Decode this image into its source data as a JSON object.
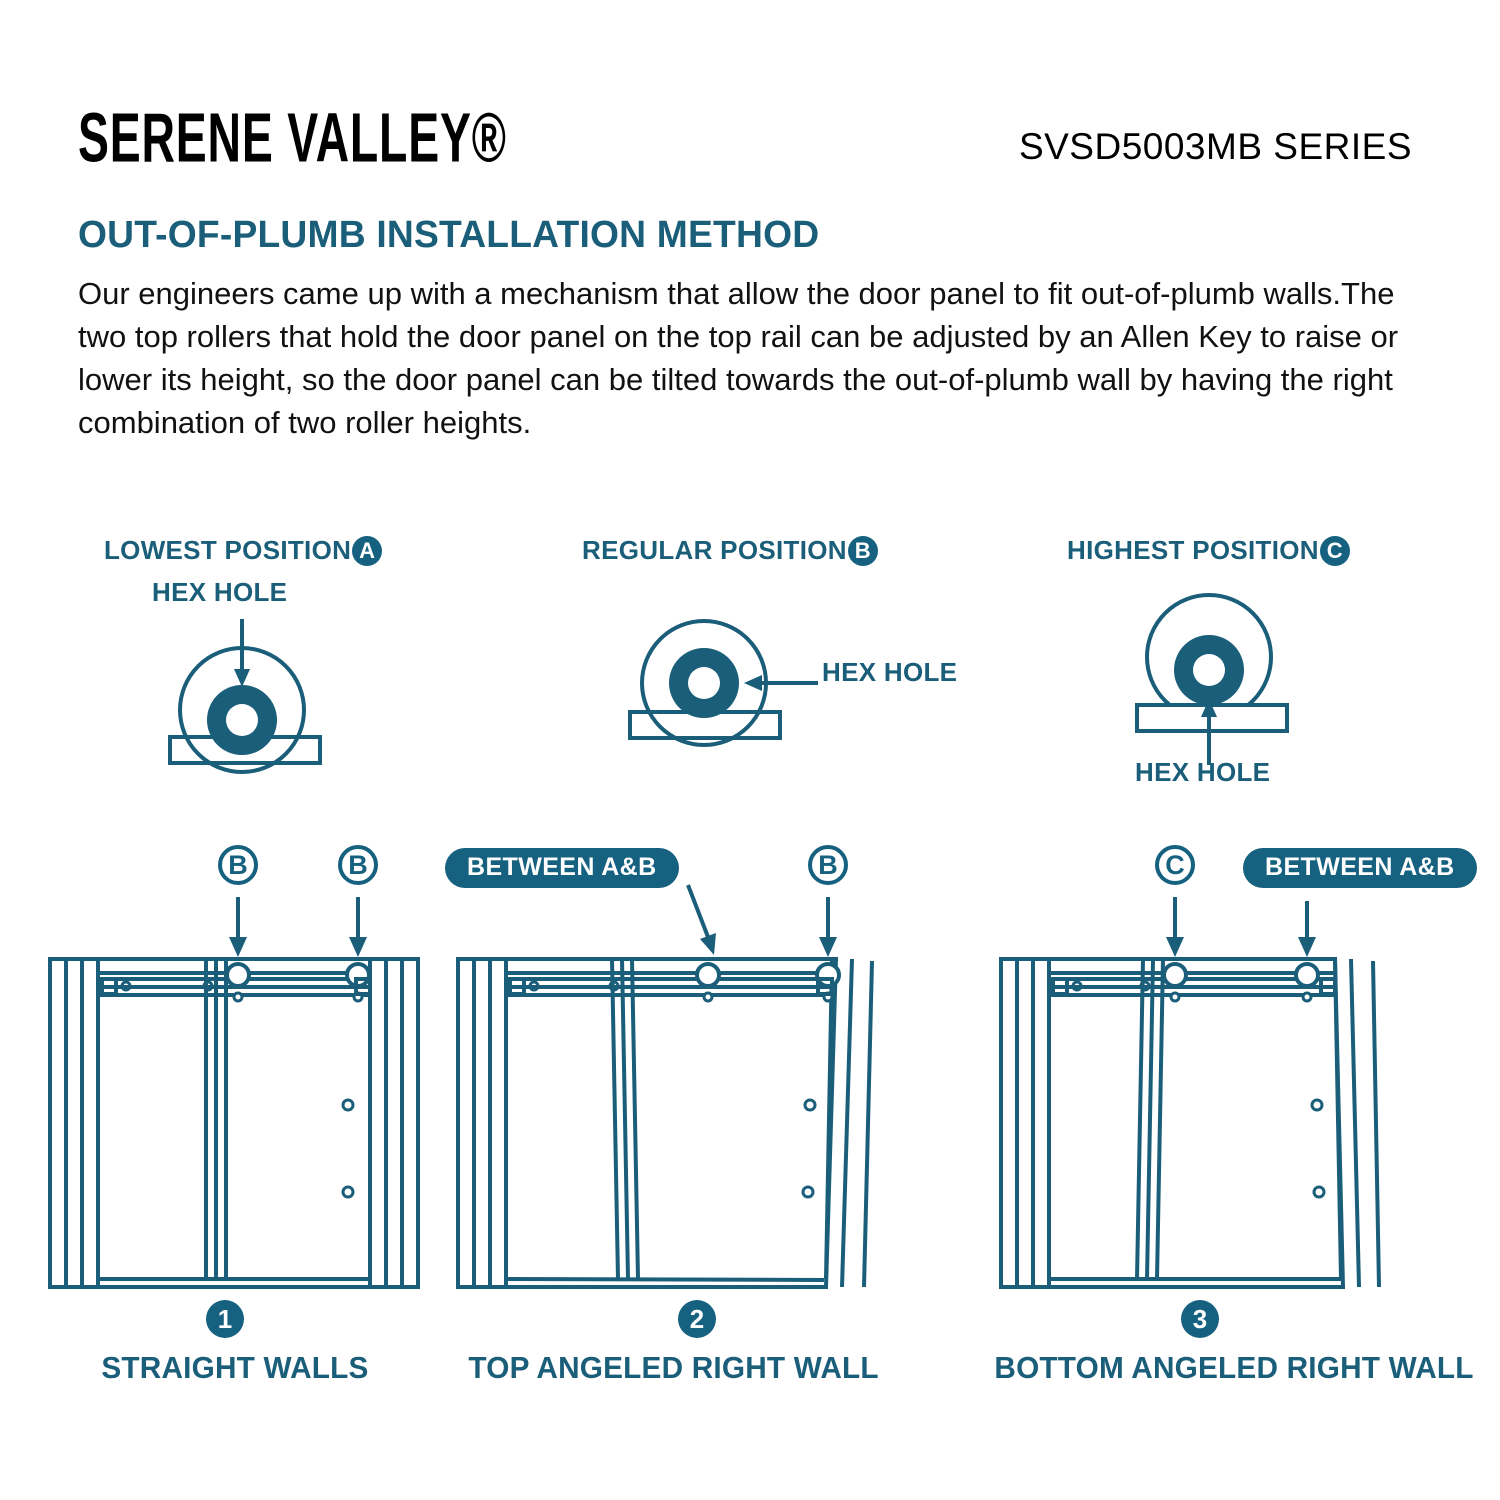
{
  "header": {
    "brand": "SERENE VALLEY®",
    "series": "SVSD5003MB SERIES"
  },
  "section": {
    "title": "OUT-OF-PLUMB INSTALLATION METHOD",
    "body": "Our engineers came up with a mechanism that allow the door panel to fit out-of-plumb walls.The two top rollers that hold the door panel on the top rail can be adjusted by an Allen Key to raise or lower its height, so the door panel can be tilted towards the out-of-plumb wall by having the right combination of two roller heights."
  },
  "roller_positions": [
    {
      "title": "LOWEST POSITION",
      "badge": "A",
      "hex_label": "HEX HOLE",
      "arrow_direction": "down",
      "hole_placement": "below-center"
    },
    {
      "title": "REGULAR POSITION",
      "badge": "B",
      "hex_label": "HEX HOLE",
      "arrow_direction": "left",
      "hole_placement": "center"
    },
    {
      "title": "HIGHEST POSITION",
      "badge": "C",
      "hex_label": "HEX HOLE",
      "arrow_direction": "up",
      "hole_placement": "bottom"
    }
  ],
  "door_diagrams": [
    {
      "number": "1",
      "caption": "STRAIGHT WALLS",
      "callouts": [
        {
          "type": "circle",
          "label": "B"
        },
        {
          "type": "circle",
          "label": "B"
        }
      ]
    },
    {
      "number": "2",
      "caption": "TOP ANGELED RIGHT WALL",
      "callouts": [
        {
          "type": "pill",
          "label": "BETWEEN A&B"
        },
        {
          "type": "circle",
          "label": "B"
        }
      ]
    },
    {
      "number": "3",
      "caption": "BOTTOM ANGELED RIGHT WALL",
      "callouts": [
        {
          "type": "circle",
          "label": "C"
        },
        {
          "type": "pill",
          "label": "BETWEEN A&B"
        }
      ]
    }
  ],
  "colors": {
    "teal": "#15617F",
    "teal_text": "#1A5E7A",
    "line": "#1A5E7A",
    "black": "#000000",
    "white": "#ffffff"
  }
}
